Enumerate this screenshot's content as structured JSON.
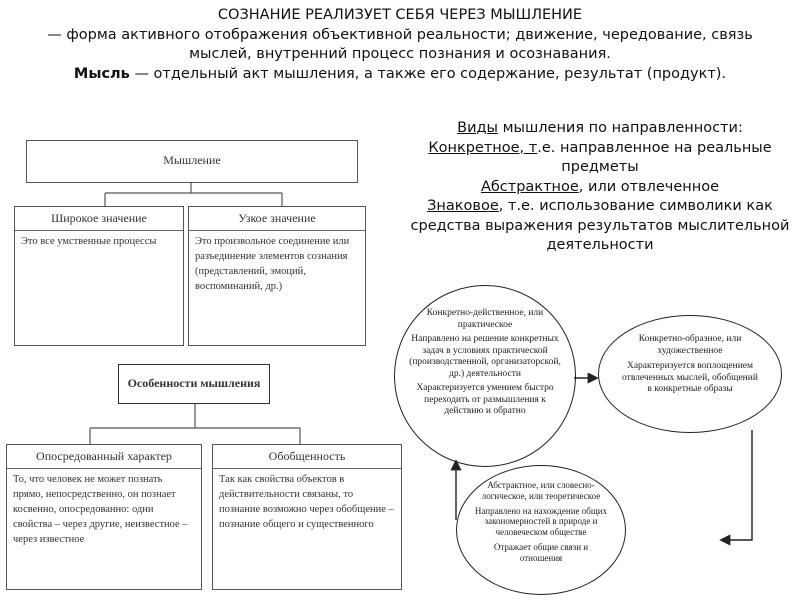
{
  "header": {
    "title": "СОЗНАНИЕ РЕАЛИЗУЕТ СЕБЯ ЧЕРЕЗ МЫШЛЕНИЕ",
    "definition": "— форма активного отображения объективной реальности; движение, чередование, связь мыслей, внутренний процесс познания и осознавания.",
    "thought_term": "Мысль",
    "thought_def": " — отдельный акт мышления, а также его содержание, результат (продукт)."
  },
  "types": {
    "w1": "Виды",
    "rest1": " мышления по направленности:",
    "concrete": "Конкретное, т",
    "concrete_rest": ".е. направленное на реальные предметы",
    "abstract": "Абстрактное",
    "abstract_rest": ", или отвлеченное",
    "sign": "Знаковое",
    "sign_rest": ", т.е. использование символики как средства выражения результатов мыслительной деятельности"
  },
  "diagram_left": {
    "root": "Мышление",
    "broad": {
      "title": "Широкое значение",
      "text": "Это все умственные процессы"
    },
    "narrow": {
      "title": "Узкое значение",
      "text": "Это произвольное соединение или разъединение элементов сознания (представлений, эмоций, воспоминаний, др.)"
    },
    "features": "Особенности мышления",
    "mediated": {
      "title": "Опосредованный характер",
      "text": "То, что человек не может познать прямо, непосредственно, он познает косвенно, опосредованно: одни свойства – через другие, неизвестное – через известное"
    },
    "general": {
      "title": "Обобщенность",
      "text": "Так как свойства объектов в действительности связаны, то познание возможно через обобщение – познание общего и существенного"
    }
  },
  "ellipses": {
    "e1": {
      "title": "Конкретно-действенное, или практическое",
      "p1": "Направлено на решение конкретных задач в условиях практической (производственной, организаторской, др.) деятельности",
      "p2": "Характеризуется умением быстро переходить от размышления к действию и обратно"
    },
    "e2": {
      "title": "Конкретно-образное, или художественное",
      "p1": "Характеризуется воплощением отвлеченных мыслей, обобщений в конкретные образы"
    },
    "e3": {
      "title": "Абстрактное, или словесно-логическое, или теоретическое",
      "p1": "Направлено на нахождение общих закономерностей в природе и человеческом обществе",
      "p2": "Отражает общие связи и отношения"
    }
  }
}
